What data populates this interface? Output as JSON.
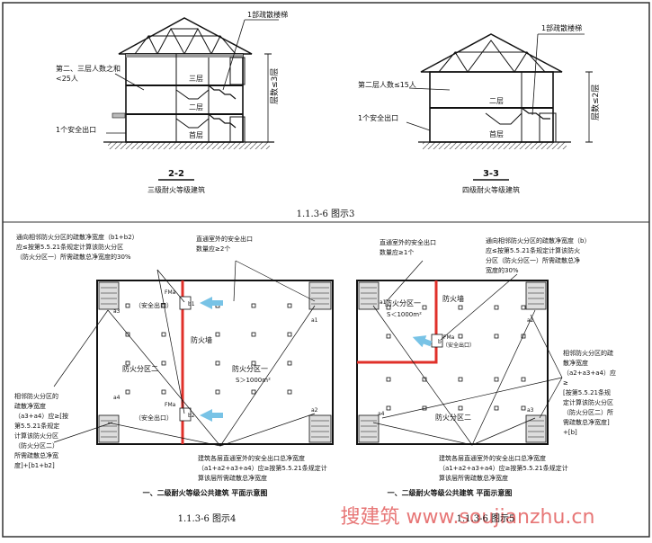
{
  "top_left": {
    "stair_label": "1部疏散楼梯",
    "people_label_1": "第二、三层人数之和",
    "people_label_2": "<25人",
    "floor_3": "三层",
    "floor_2": "二层",
    "floor_1": "首层",
    "exit_label": "1个安全出口",
    "height_label": "层数≤3层",
    "section_title": "2-2",
    "section_sub": "三级耐火等级建筑"
  },
  "top_right": {
    "stair_label": "1部疏散楼梯",
    "people_label": "第二层人数≤15人",
    "floor_2": "二层",
    "floor_1": "首层",
    "exit_label": "1个安全出口",
    "height_label": "层数≤2层",
    "section_title": "3-3",
    "section_sub": "四级耐火等级建筑"
  },
  "caption_top": "1.1.3-6  图示3",
  "plan_left": {
    "note_tl_1": "通向相邻防火分区的疏散净宽度（b1+b2）",
    "note_tl_2": "应≤按第5.5.21条规定计算该防火分区",
    "note_tl_3": "（防火分区一）所需疏散总净宽度的30%",
    "note_exit_1": "直通室外的安全出口",
    "note_exit_2": "数量应≥2个",
    "fire_wall": "防火墙",
    "zone_2": "防火分区二",
    "zone_1": "防火分区一",
    "zone_1_area": "S＞1000m²",
    "exit_door_1": "（安全出口）",
    "exit_door_2": "（安全出口）",
    "door_tag_1": "FMa",
    "door_tag_2": "FMa",
    "b1": "b1",
    "b2": "b2",
    "a1": "a1",
    "a2": "a2",
    "a3": "a3",
    "a4": "a4",
    "note_bl_1": "相邻防火分区的",
    "note_bl_2": "疏散净宽度",
    "note_bl_3": "（a3+a4）应≥[按",
    "note_bl_4": "第5.5.21条规定",
    "note_bl_5": "计算该防火分区",
    "note_bl_6": "（防火分区二）",
    "note_bl_7": "所需疏散总净宽",
    "note_bl_8": "度]+[b1+b2]",
    "note_bottom_1": "建筑各层直通室外的安全出口总净宽度",
    "note_bottom_2": "（a1+a2+a3+a4）应≥按第5.5.21条规定计",
    "note_bottom_3": "算该层所需疏散总净宽度",
    "title": "一、二级耐火等级公共建筑  平面示意图"
  },
  "plan_right": {
    "note_exit_1": "直通室外的安全出口",
    "note_exit_2": "数量应≥1个",
    "note_tr_1": "通向相邻防火分区的疏散净宽度（b）",
    "note_tr_2": "应≤按第5.5.21条规定计算该防火",
    "note_tr_3": "分区（防火分区一）所需疏散总净",
    "note_tr_4": "宽度的30%",
    "zone_1": "防火分区一",
    "zone_1_area": "S＜1000m²",
    "fire_wall": "防火墙",
    "zone_2": "防火分区二",
    "door_tag": "FMa",
    "exit_door": "（安全出口）",
    "b": "b",
    "a1": "a1",
    "a2": "a2",
    "a3": "a3",
    "a4": "a4",
    "note_r_1": "相邻防火分区的疏",
    "note_r_2": "散净宽度",
    "note_r_3": "（a2+a3+a4）应",
    "note_r_4": "≥",
    "note_r_5": "[按第5.5.21条规",
    "note_r_6": "定计算该防火分区",
    "note_r_7": "（防火分区二）所",
    "note_r_8": "需疏散总净宽度]",
    "note_r_9": "+[b]",
    "note_bottom_1": "建筑各层直通室外的安全出口总净宽度",
    "note_bottom_2": "（a1+a2+a3+a4）应≥按第5.5.21条规定计",
    "note_bottom_3": "算该层所需疏散总净宽度",
    "title": "一、二级耐火等级公共建筑  平面示意图"
  },
  "caption_bl": "1.1.3-6  图示4",
  "caption_br": "1.1.3-6  图示5",
  "watermark": "搜建筑  www.soujianzhu.cn",
  "colors": {
    "fire_wall": "#e0302a",
    "arrow": "#78c3e6",
    "watermark": "#e25555",
    "frame": "#333333"
  }
}
